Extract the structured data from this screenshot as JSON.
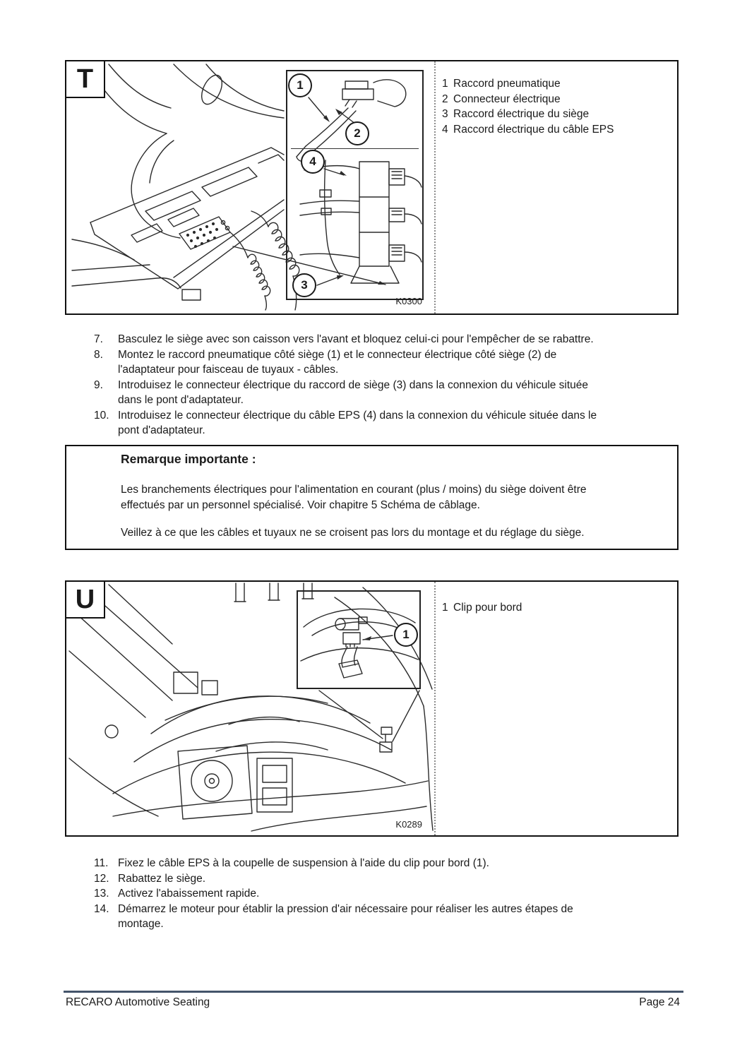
{
  "figure_t": {
    "label": "T",
    "caption": "K0300",
    "callouts": [
      "1",
      "2",
      "3",
      "4"
    ],
    "legend": [
      {
        "num": "1",
        "text": "Raccord pneumatique"
      },
      {
        "num": "2",
        "text": "Connecteur électrique"
      },
      {
        "num": "3",
        "text": "Raccord électrique du siège"
      },
      {
        "num": "4",
        "text": "Raccord électrique du câble EPS"
      }
    ]
  },
  "steps_upper": [
    {
      "num": "7.",
      "text": "Basculez le siège avec son caisson vers l'avant et bloquez celui-ci pour l'empêcher de se rabattre."
    },
    {
      "num": "8.",
      "text": "Montez le raccord pneumatique côté siège (1) et le connecteur électrique côté siège (2) de\nl'adaptateur pour faisceau de tuyaux - câbles."
    },
    {
      "num": "9.",
      "text": "Introduisez le connecteur électrique du raccord de siège (3) dans la connexion du véhicule située\ndans le pont d'adaptateur."
    },
    {
      "num": "10.",
      "text": "Introduisez le connecteur électrique du câble EPS (4) dans la connexion du véhicule située dans le\npont d'adaptateur."
    }
  ],
  "note": {
    "title": "Remarque importante :",
    "paragraphs": [
      "Les branchements électriques pour l'alimentation en courant (plus / moins) du siège doivent être\neffectués par un personnel spécialisé. Voir chapitre 5 Schéma de câblage.",
      "Veillez à ce que les câbles et tuyaux ne se croisent pas lors du montage et du réglage du siège."
    ]
  },
  "figure_u": {
    "label": "U",
    "caption": "K0289",
    "callouts": [
      "1"
    ],
    "legend": [
      {
        "num": "1",
        "text": "Clip pour bord"
      }
    ]
  },
  "steps_lower": [
    {
      "num": "11.",
      "text": "Fixez le câble EPS à la coupelle de suspension à l'aide du clip pour bord (1)."
    },
    {
      "num": "12.",
      "text": "Rabattez le siège."
    },
    {
      "num": "13.",
      "text": "Activez l'abaissement rapide."
    },
    {
      "num": "14.",
      "text": "Démarrez le moteur pour établir la pression d'air nécessaire pour réaliser les autres étapes de\nmontage."
    }
  ],
  "footer": {
    "brand": "RECARO Automotive Seating",
    "page": "Page 24"
  },
  "colors": {
    "footer_rule": "#44546A",
    "line_art": "#2b2b2b"
  }
}
